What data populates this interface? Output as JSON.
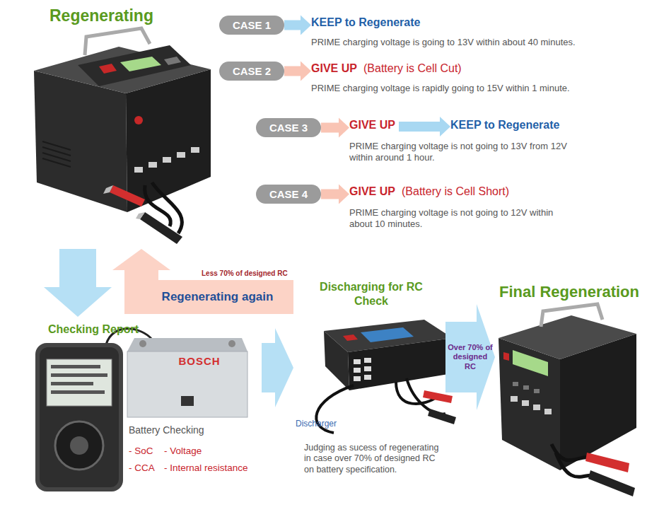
{
  "diagram": {
    "nodes": [
      {
        "text": [
          "Regenerating"
        ]
      },
      {
        "text": [
          "CASE 1"
        ]
      },
      {
        "text": [
          "KEEP to Regenerate",
          "PRIME charging voltage is going to 13V within about 40 minutes."
        ]
      },
      {
        "text": [
          "CASE 2"
        ]
      },
      {
        "text": [
          "GIVE UP",
          "(Battery is Cell Cut)",
          "PRIME charging voltage is rapidly going to 15V within 1 minute."
        ]
      },
      {
        "text": [
          "CASE 3"
        ]
      },
      {
        "text": [
          "GIVE UP"
        ]
      },
      {
        "text": [
          "KEEP to Regenerate"
        ]
      },
      {
        "text": [
          "CASE 4"
        ]
      },
      {
        "text": [
          "GIVE UP",
          "(Battery is Cell Short)",
          "PRIME charging voltage is not going to 12V within about 10 minutes."
        ]
      },
      {
        "text": [
          "Checking Report",
          "Battery Checking",
          "- SoC",
          "- Voltage",
          "- CCA",
          "- Internal resistance"
        ]
      },
      {
        "text": [
          "Discharging for RC Check",
          "Discharger",
          "Judging as sucess of regenerating in case over 70% of designed RC on battery specification."
        ]
      },
      {
        "text": [
          "Final Regeneration"
        ]
      }
    ],
    "edges": [
      {
        "from": 1,
        "to": 2,
        "arrow": "to"
      },
      {
        "from": 3,
        "to": 4,
        "arrow": "to"
      },
      {
        "from": 5,
        "to": 6,
        "arrow": "to"
      },
      {
        "from": 6,
        "to": 7,
        "arrow": "to"
      },
      {
        "from": 8,
        "to": 9,
        "arrow": "to"
      },
      {
        "from": 0,
        "to": 10,
        "arrow": "to"
      },
      {
        "from": 10,
        "to": 11,
        "arrow": "to"
      },
      {
        "from": 11,
        "to": 12,
        "arrow": "to",
        "label": "Over 70% of designed RC"
      },
      {
        "from": 11,
        "to": 0,
        "arrow": "to",
        "label": "Regenerating again"
      }
    ],
    "labels": [
      "PRIME charging voltage is not going to 13V from 12V within around 1 hour.",
      "Less 70% of designed RC",
      "BOSCH"
    ]
  }
}
